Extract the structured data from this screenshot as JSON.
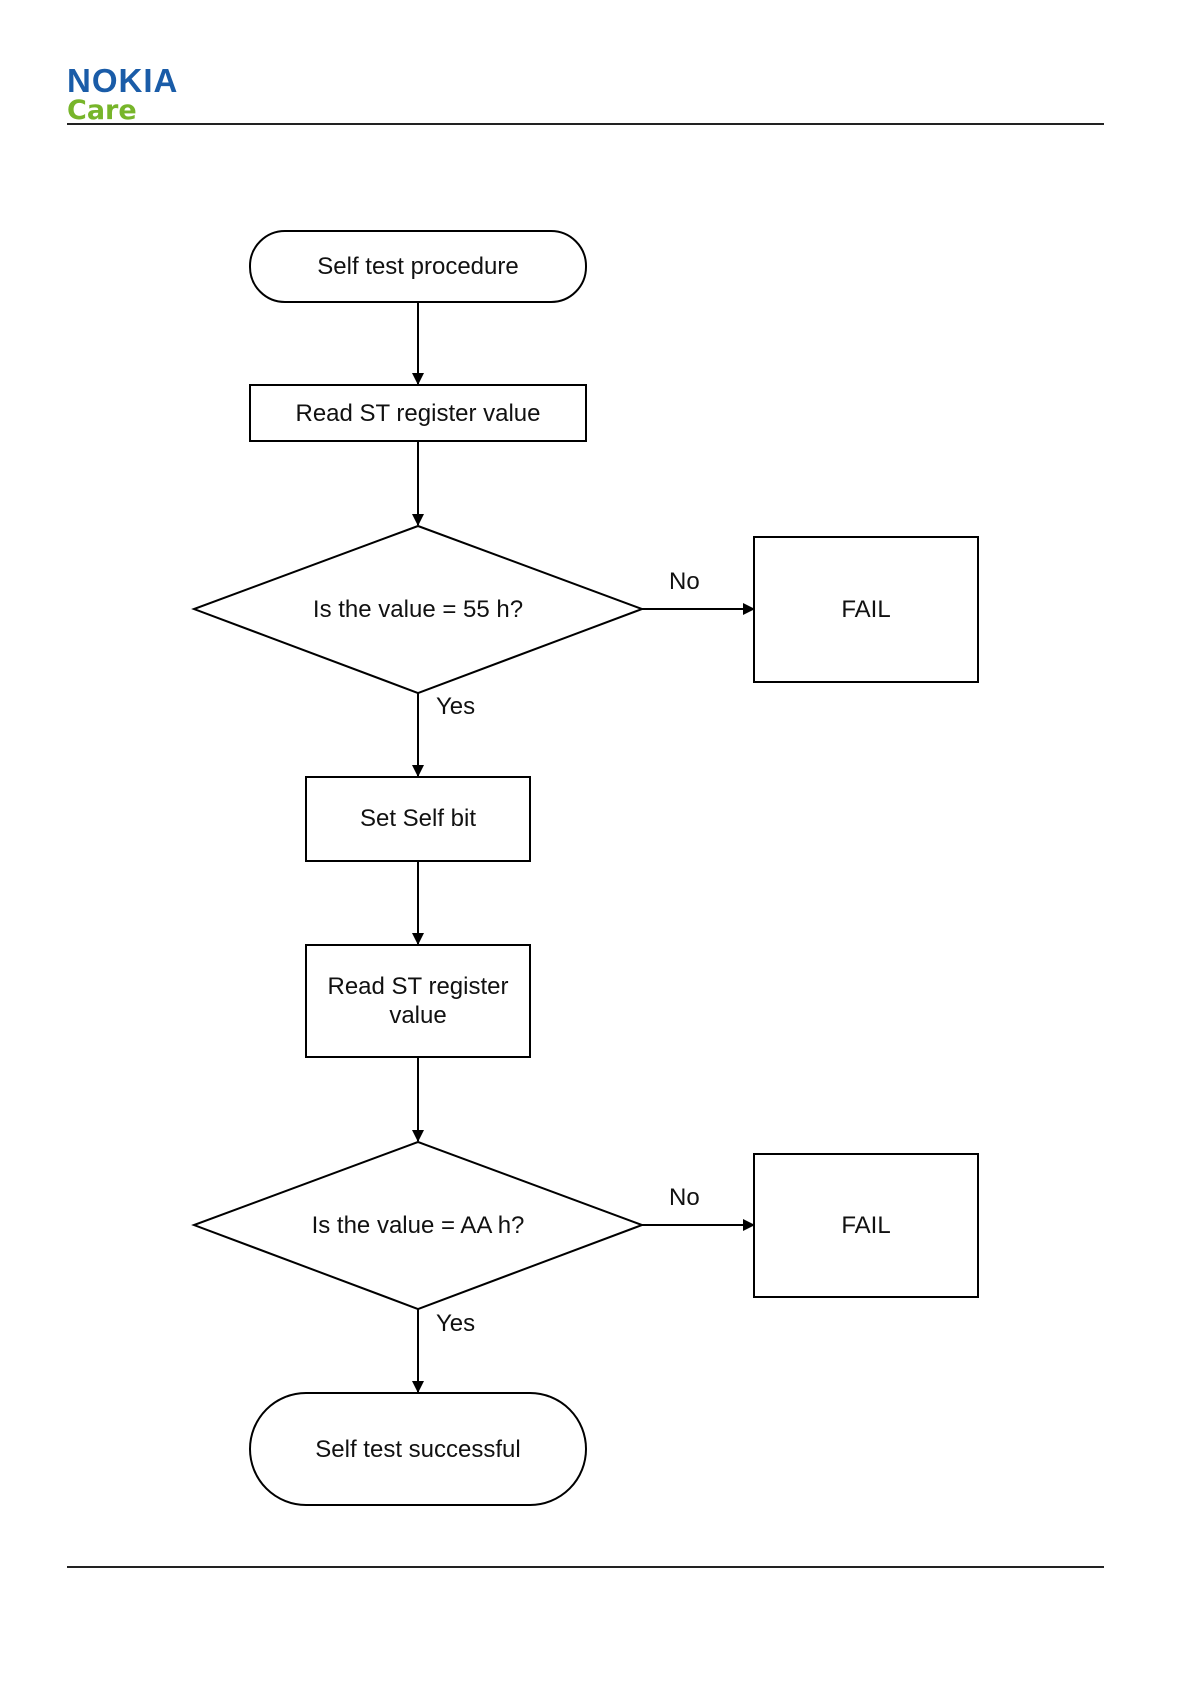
{
  "header": {
    "brand": "NOKIA",
    "brand_sub": "Care"
  },
  "colors": {
    "brand_blue": "#1a5ca8",
    "brand_green": "#77b52a"
  },
  "flowchart": {
    "start": "Self test procedure",
    "step1": "Read ST register value",
    "decision1": "Is the value = 55 h?",
    "decision1_no": "No",
    "decision1_yes": "Yes",
    "fail1": "FAIL",
    "step2": "Set Self bit",
    "step3_line1": "Read ST register",
    "step3_line2": "value",
    "decision2": "Is the value = AA h?",
    "decision2_no": "No",
    "decision2_yes": "Yes",
    "fail2": "FAIL",
    "end": "Self test successful"
  }
}
